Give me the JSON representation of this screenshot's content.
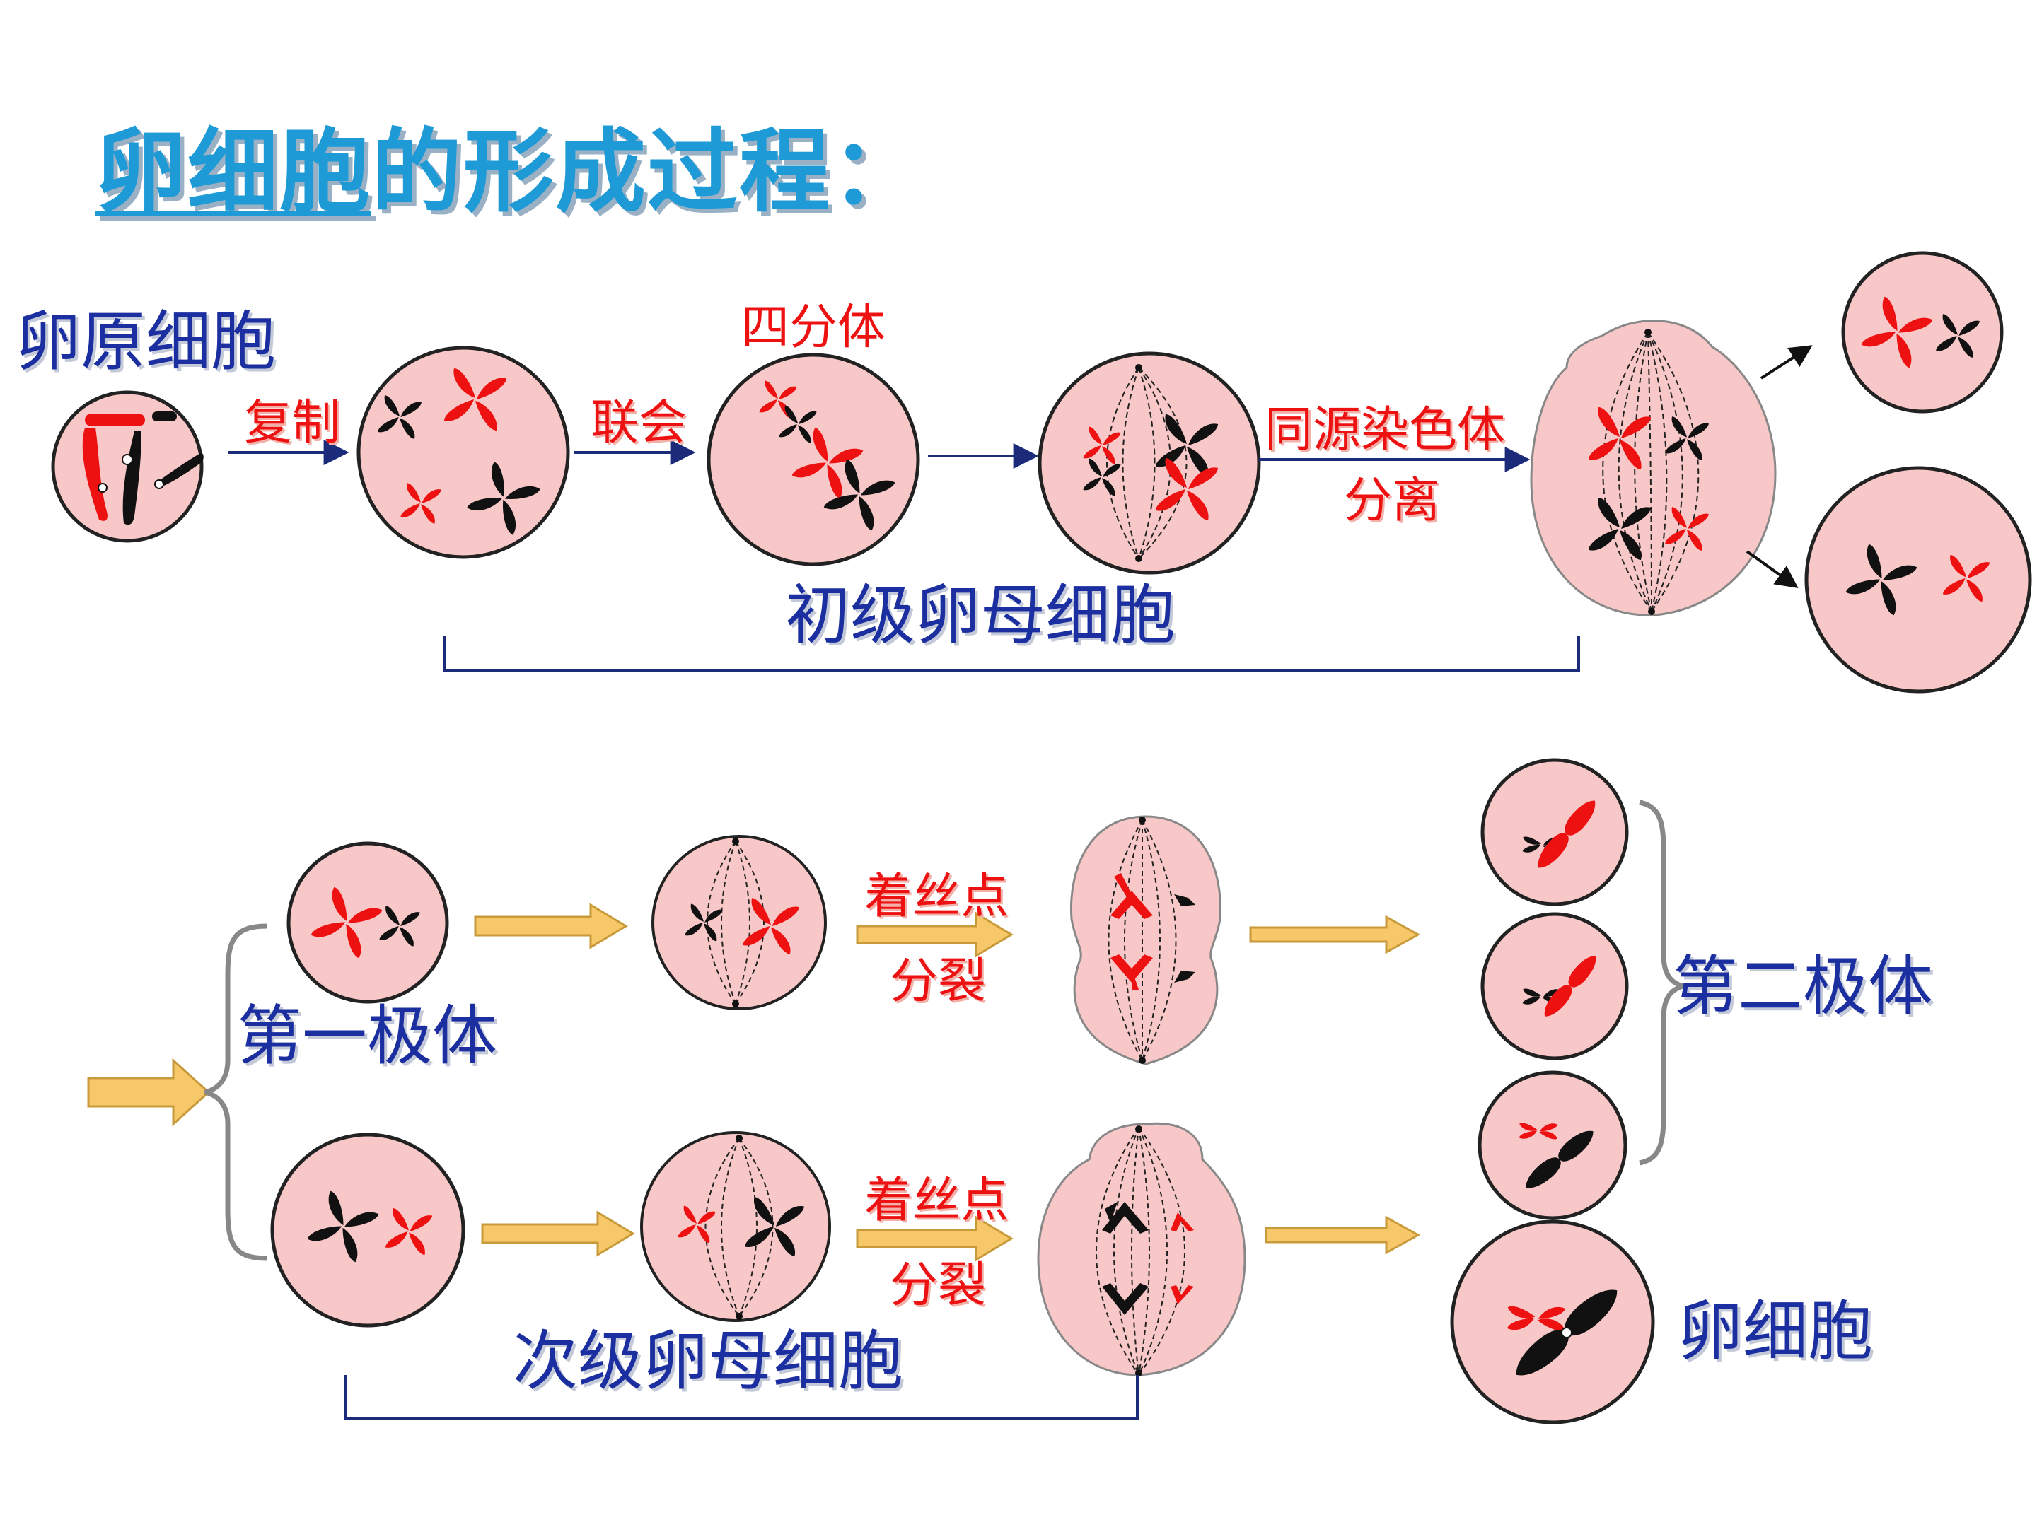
{
  "title": {
    "part1": "卵细胞",
    "part2": "的形成过程："
  },
  "labels": {
    "oogonium": "卵原细胞",
    "replication": "复制",
    "synapsis": "联会",
    "tetrad": "四分体",
    "homolog_separation_line1": "同源染色体",
    "homolog_separation_line2": "分离",
    "primary_oocyte": "初级卵母细胞",
    "first_polar_body": "第一极体",
    "centromere_split_line1": "着丝点",
    "centromere_split_line2": "分裂",
    "centromere_split2_line1": "着丝点",
    "centromere_split2_line2": "分裂",
    "second_polar_body": "第二极体",
    "secondary_oocyte": "次级卵母细胞",
    "egg_cell": "卵细胞"
  },
  "colors": {
    "cell_fill": "#f8c7c7",
    "chromosome_red": "#ee1111",
    "chromosome_black": "#111111",
    "arrow_navy": "#1c2a7a",
    "block_arrow_fill": "#f7c86a",
    "block_arrow_stroke": "#c99a3a",
    "bracket_navy": "#1c2a7a",
    "brace_gray": "#888888"
  }
}
